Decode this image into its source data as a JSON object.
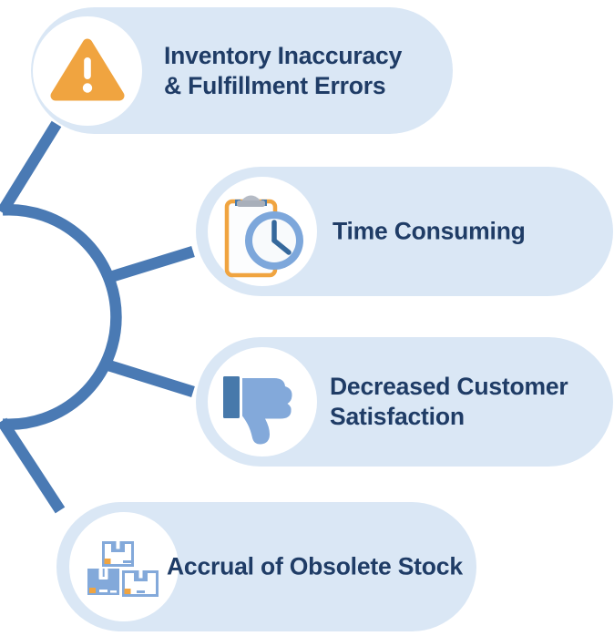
{
  "diagram": {
    "items": [
      {
        "id": "inventory-inaccuracy",
        "label_line1": "Inventory Inaccuracy",
        "label_line2": "& Fulfillment Errors",
        "icon": "warning-triangle-icon"
      },
      {
        "id": "time-consuming",
        "label_line1": "Time Consuming",
        "label_line2": "",
        "icon": "clipboard-clock-icon"
      },
      {
        "id": "decreased-customer-satisfaction",
        "label_line1": "Decreased Customer",
        "label_line2": "Satisfaction",
        "icon": "thumbs-down-icon"
      },
      {
        "id": "accrual-of-obsolete-stock",
        "label_line1": "Accrual of Obsolete Stock",
        "label_line2": "",
        "icon": "stacked-boxes-icon"
      }
    ],
    "colors": {
      "pill_bg": "#dae7f5",
      "text": "#1f3c66",
      "connector": "#4a7ab4",
      "orange": "#f0a440",
      "icon_blue": "#83a9da",
      "icon_blue_dark": "#4779ab",
      "clock_ring": "#7da7db",
      "clock_face": "#f8fafc",
      "clock_hands": "#35689c",
      "clip_gray": "#b5bbc5",
      "clip_gray_dark": "#a8afba",
      "white": "#ffffff"
    }
  }
}
